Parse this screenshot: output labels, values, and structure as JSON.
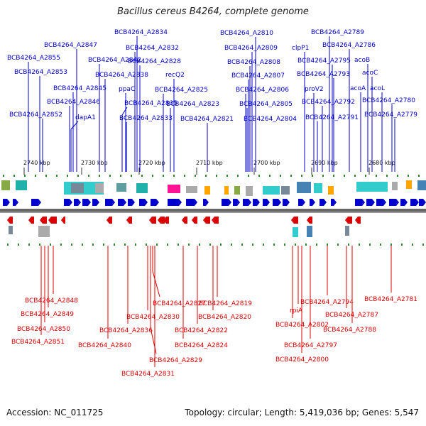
{
  "title": "Bacillus cereus B4264, complete genome",
  "footer": {
    "accession": "Accession: NC_011725",
    "stats": "Topology: circular; Length: 5,419,036 bp; Genes: 5,547"
  },
  "colors": {
    "forward": "#0000cc",
    "reverse": "#dd0000",
    "backbone": "#666666"
  },
  "scale": [
    {
      "label": "2740 kbp",
      "at": 2740
    },
    {
      "label": "2730 kbp",
      "at": 2730
    },
    {
      "label": "2720 kbp",
      "at": 2720
    },
    {
      "label": "2710 kbp",
      "at": 2710
    },
    {
      "label": "2700 kbp",
      "at": 2700
    },
    {
      "label": "2690 kbp",
      "at": 2690
    },
    {
      "label": "2680 kbp",
      "at": 2680
    }
  ],
  "top_labels": [
    "BCB4264_A2855",
    "BCB4264_A2853",
    "BCB4264_A2852",
    "BCB4264_A2847",
    "BCB4264_A2845",
    "BCB4264_A2846",
    "dapA1",
    "BCB4264_A2842",
    "BCB4264_A2838",
    "ppaC",
    "BCB4264_A2834",
    "BCB4264_A2832",
    "BCB4264_A2828",
    "BCB4264_A2835",
    "BCB4264_A2833",
    "recQ2",
    "BCB4264_A2825",
    "BCB4264_A2823",
    "BCB4264_A2821",
    "BCB4264_A2810",
    "BCB4264_A2809",
    "BCB4264_A2808",
    "BCB4264_A2807",
    "BCB4264_A2806",
    "BCB4264_A2805",
    "BCB4264_A2804",
    "clpP1",
    "proV2",
    "BCB4264_A2789",
    "BCB4264_A2786",
    "BCB4264_A2795",
    "BCB4264_A2793",
    "BCB4264_A2792",
    "BCB4264_A2791",
    "acoB",
    "acoC",
    "acoA",
    "acoL",
    "BCB4264_A2780",
    "BCB4264_A2779"
  ],
  "bottom_labels": [
    "BCB4264_A2848",
    "BCB4264_A2849",
    "BCB4264_A2850",
    "BCB4264_A2851",
    "BCB4264_A2840",
    "BCB4264_A2836",
    "BCB4264_A2830",
    "BCB4264_A2827",
    "BCB4264_A2829",
    "BCB4264_A2831",
    "BCB4264_A2824",
    "BCB4264_A2822",
    "BCB4264_A2820",
    "BCB4264_A2819",
    "BCB4264_A2802",
    "rpiA",
    "BCB4264_A2800",
    "BCB4264_A2797",
    "BCB4264_A2794",
    "BCB4264_A2787",
    "BCB4264_A2788",
    "BCB4264_A2781"
  ]
}
